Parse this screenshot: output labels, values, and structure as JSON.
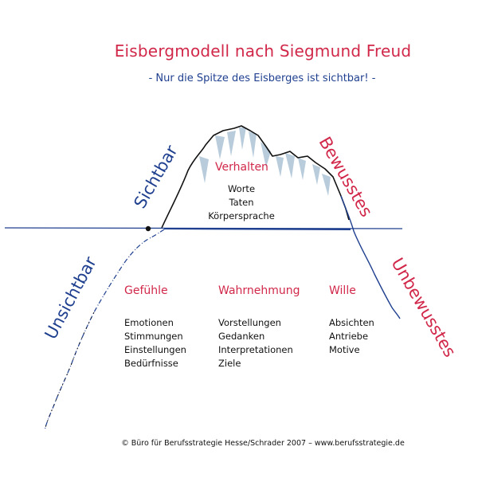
{
  "title": "Eisbergmodell nach Siegmund Freud",
  "subtitle": "- Nur die Spitze des Eisberges ist sichtbar! -",
  "side_labels": {
    "sichtbar": "Sichtbar",
    "unsichtbar": "Unsichtbar",
    "bewusstes": "Bewusstes",
    "unbewusstes": "Unbewusstes"
  },
  "above": {
    "heading": "Verhalten",
    "items": [
      "Worte",
      "Taten",
      "Körpersprache"
    ]
  },
  "below": [
    {
      "heading": "Gefühle",
      "items": [
        "Emotionen",
        "Stimmungen",
        "Einstellungen",
        "Bedürfnisse"
      ]
    },
    {
      "heading": "Wahrnehmung",
      "items": [
        "Vorstellungen",
        "Gedanken",
        "Interpretationen",
        "Ziele"
      ]
    },
    {
      "heading": "Wille",
      "items": [
        "Absichten",
        "Antriebe",
        "Motive"
      ]
    }
  ],
  "footer": "© Büro für Berufsstrategie Hesse/Schrader 2007 – www.berufsstrategie.de",
  "colors": {
    "red": "#d1284a",
    "blue": "#1f3f8f",
    "ice_shade": "#b8ccdc"
  }
}
